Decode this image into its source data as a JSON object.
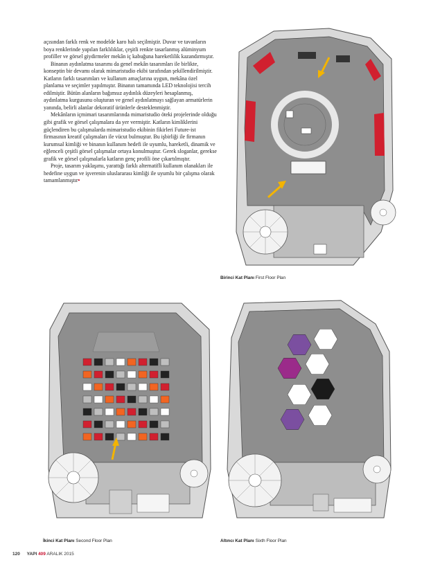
{
  "article": {
    "paragraphs": [
      "açısından farklı renk ve modelde karo halı seçilmiştir. Duvar ve tavanların boya renklerinde yapılan farklılıklar, çeşitli renkte tasarlanmış alüminyum profiller ve görsel giydirmeler mekân iç kabuğuna hareketlilik kazandırmıştır.",
      "Binanın aydınlatma tasarımı da genel mekân tasarımları ile birlikte, konseptin bir devamı olarak mimaristudio ekibi tarafından şekillendirilmiştir. Katların farklı tasarımları ve kullanım amaçlarına uygun, mekâna özel planlama ve seçimler yapılmıştır. Binanın tamamında LED teknolojisi tercih edilmiştir. Bütün alanların bağımsız aydınlık düzeyleri hesaplanmış, aydınlatma kurgusunu oluşturan ve genel aydınlatmayı sağlayan armatürlerin yanında, belirli alanlar dekoratif ürünlerle desteklenmiştir.",
      "Mekânların içmimari tasarımlarında mimaristudio öteki projelerinde olduğu gibi grafik ve görsel çalışmalara da yer vermiştir. Katların kimliklerini güçlendiren bu çalışmalarda mimaristudio ekibinin fikirleri Future-ist firmasının kreatif çalışmaları ile vücut bulmuştur. Bu işbirliği ile firmanın kurumsal kimliği ve binanın kullanım hedefi ile uyumlu, hareketli, dinamik ve eğlenceli çeşitli görsel çalışmalar ortaya konulmuştur. Gerek sloganlar, gerekse grafik ve görsel çalışmalarla katların genç profili öne çıkartılmıştır.",
      "Proje, tasarım yaklaşımı, yarattığı farklı alternatifli kullanım olanakları ile hedefine uygun ve işverenin uluslararası kimliği ile uyumlu bir çalışma olarak tamamlanmıştır"
    ],
    "end_mark": "•"
  },
  "captions": {
    "first": {
      "tr": "Birinci Kat Planı",
      "en": "First Floor Plan"
    },
    "second": {
      "tr": "İkinci Kat Planı",
      "en": "Second Floor Plan"
    },
    "sixth": {
      "tr": "Altıncı Kat Planı",
      "en": "Sixth Floor Plan"
    }
  },
  "footer": {
    "page": "120",
    "magazine": "YAPI",
    "issue": "409",
    "date": "ARALIK 2015"
  },
  "colors": {
    "floor": "#8e8e8e",
    "wall": "#d6d6d6",
    "stair": "#f2f2f2",
    "accent_red": "#d1202f",
    "accent_orange": "#f26522",
    "purple": "#7b4fa0",
    "magenta": "#9b2b8a",
    "arrow": "#f4b400"
  }
}
